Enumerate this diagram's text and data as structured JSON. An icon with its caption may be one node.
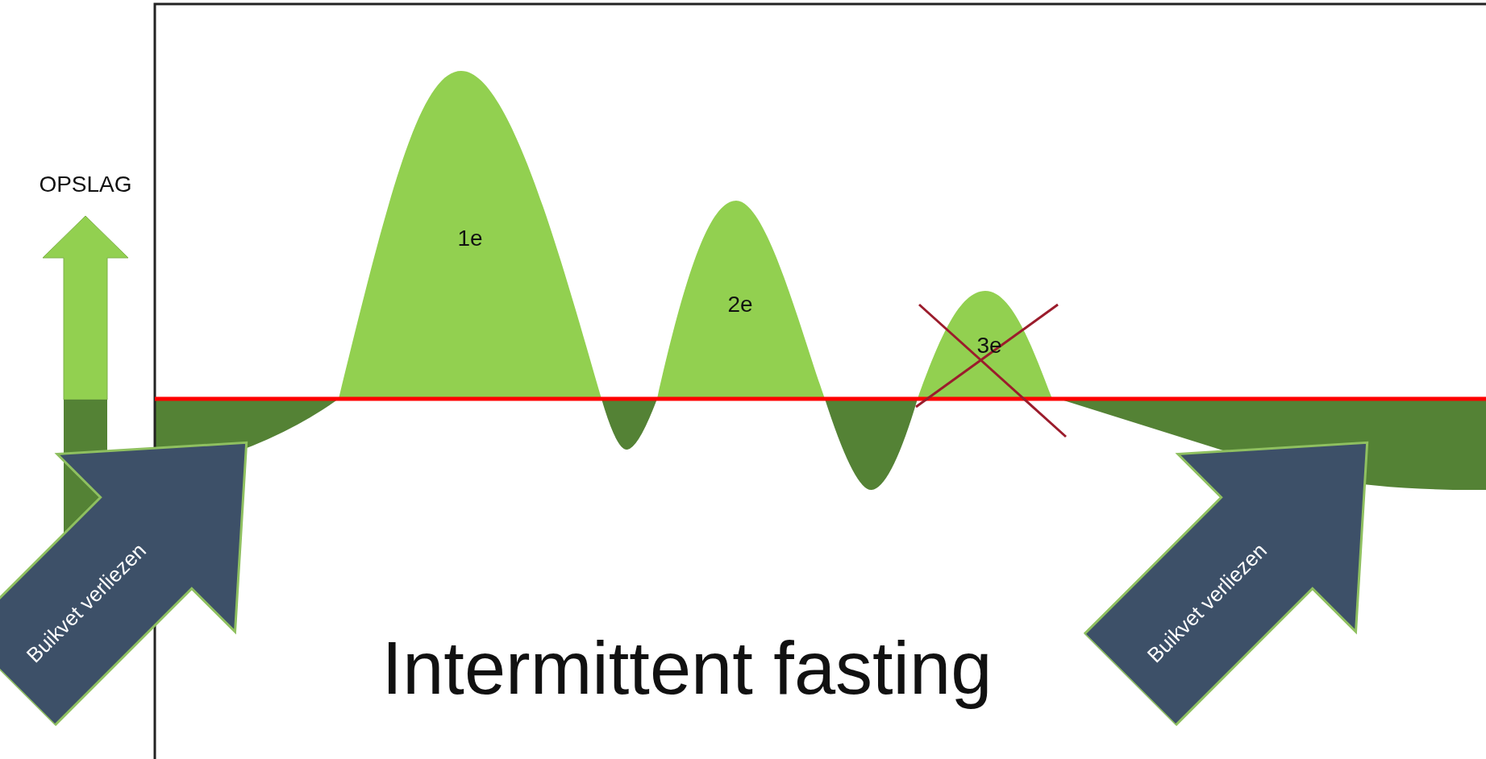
{
  "diagram": {
    "title": "Intermittent fasting",
    "nodes": [
      {
        "text": [
          "Buikvet verliezen"
        ]
      },
      {
        "text": [
          "Buikvet verliezen"
        ]
      }
    ],
    "labels": [
      "OPSLAG",
      "1e",
      "2e",
      "3e"
    ]
  }
}
